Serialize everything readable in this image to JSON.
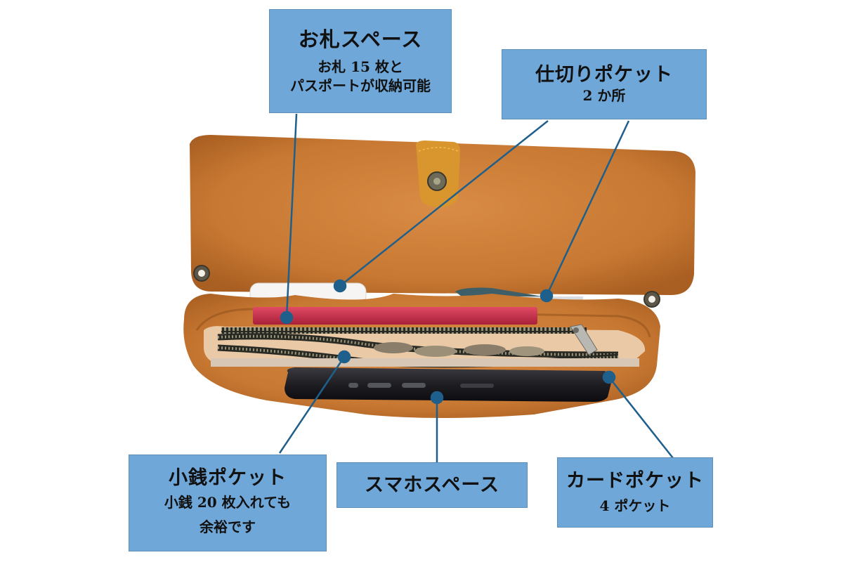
{
  "colors": {
    "callout_fill": "#6fa8d8",
    "callout_border": "#5d8fb8",
    "connector": "#1f5f8b",
    "leather": "#c97a35",
    "leather_dark": "#a85e22",
    "background": "#ffffff"
  },
  "callouts": {
    "bill_space": {
      "title": "お札スペース",
      "lines": [
        "お札 15 枚と",
        "パスポートが収納可能"
      ]
    },
    "divider_pocket": {
      "title": "仕切りポケット",
      "lines": [
        "2 か所"
      ]
    },
    "coin_pocket": {
      "title": "小銭ポケット",
      "lines": [
        "小銭 20 枚入れても",
        "余裕です"
      ]
    },
    "phone_space": {
      "title": "スマホスペース"
    },
    "card_pocket": {
      "title": "カードポケット",
      "lines": [
        "4 ポケット"
      ]
    }
  },
  "image": {
    "subject": "open leather wallet pouch with smartphone, red battery, white case, coin zipper pocket and cards"
  }
}
